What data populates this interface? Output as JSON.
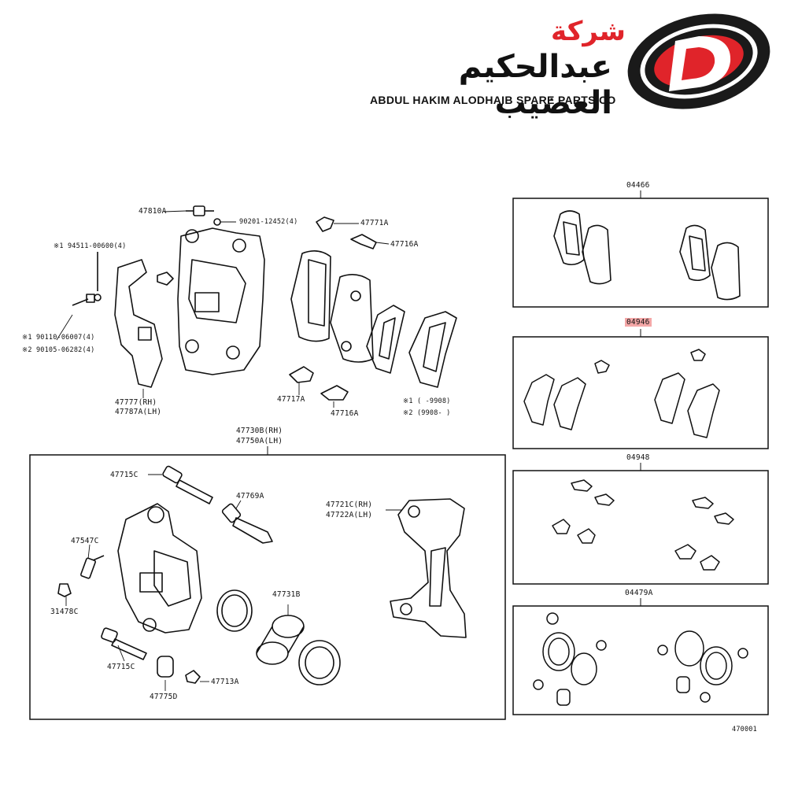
{
  "brand": {
    "arabic_prefix": "شركة",
    "arabic_name": "عبدالحكيم العضيب",
    "english_name": "ABDUL HAKIM ALODHAIB SPARE PARTS.CO",
    "logo_letter": "D"
  },
  "parts": {
    "p47810A": "47810A",
    "p90201": "90201-12452(4)",
    "p47771A": "47771A",
    "p47716A_top": "47716A",
    "p94511": "※1 94511-00600(4)",
    "p90110": "※1  90110-06007(4)",
    "p90105": "※2  90105-06282(4)",
    "p47777": "47777(RH)",
    "p47787A": "47787A(LH)",
    "p47717A": "47717A",
    "p47716A_bot": "47716A",
    "note1": "※1 (      -9908)",
    "note2": "※2 (9908-      )",
    "p47730B": "47730B(RH)",
    "p47750A": "47750A(LH)",
    "p47715C_top": "47715C",
    "p47769A": "47769A",
    "p47721C": "47721C(RH)",
    "p47722A": "47722A(LH)",
    "p47547C": "47547C",
    "p31478C": "31478C",
    "p47731B": "47731B",
    "p47715C_bot": "47715C",
    "p47775D": "47775D",
    "p47713A": "47713A",
    "kit04466": "04466",
    "kit04946": "04946",
    "kit04948": "04948",
    "kit04479A": "04479A",
    "figure_id": "470001"
  },
  "colors": {
    "logo_red": "#e0242a",
    "highlight": "#f4a7a7"
  }
}
